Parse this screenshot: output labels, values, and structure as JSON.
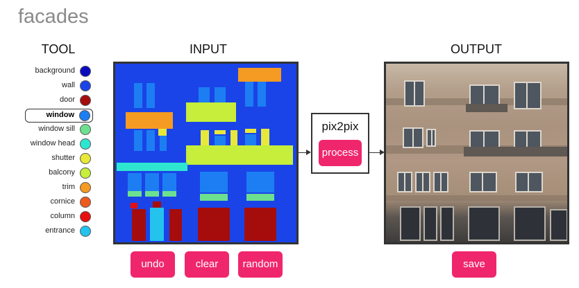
{
  "app": {
    "title": "facades"
  },
  "headers": {
    "tool": "TOOL",
    "input": "INPUT",
    "output": "OUTPUT"
  },
  "tools": [
    {
      "label": "background",
      "color": "#0b0bbd",
      "selected": false
    },
    {
      "label": "wall",
      "color": "#1a44e8",
      "selected": false
    },
    {
      "label": "door",
      "color": "#a50d0d",
      "selected": false
    },
    {
      "label": "window",
      "color": "#1c7ef2",
      "selected": true
    },
    {
      "label": "window sill",
      "color": "#6de08f",
      "selected": false
    },
    {
      "label": "window head",
      "color": "#2ee6d0",
      "selected": false
    },
    {
      "label": "shutter",
      "color": "#e8e83a",
      "selected": false
    },
    {
      "label": "balcony",
      "color": "#c6ee3a",
      "selected": false
    },
    {
      "label": "trim",
      "color": "#f59a22",
      "selected": false
    },
    {
      "label": "cornice",
      "color": "#ee5a1e",
      "selected": false
    },
    {
      "label": "column",
      "color": "#e80e0e",
      "selected": false
    },
    {
      "label": "entrance",
      "color": "#23c3ee",
      "selected": false
    }
  ],
  "model": {
    "name": "pix2pix",
    "process_label": "process"
  },
  "input_actions": {
    "undo": "undo",
    "clear": "clear",
    "random": "random"
  },
  "output_actions": {
    "save": "save"
  },
  "colors": {
    "accent": "#f0266c",
    "wall": "#1a44e8",
    "background": "#0b0bbd"
  }
}
